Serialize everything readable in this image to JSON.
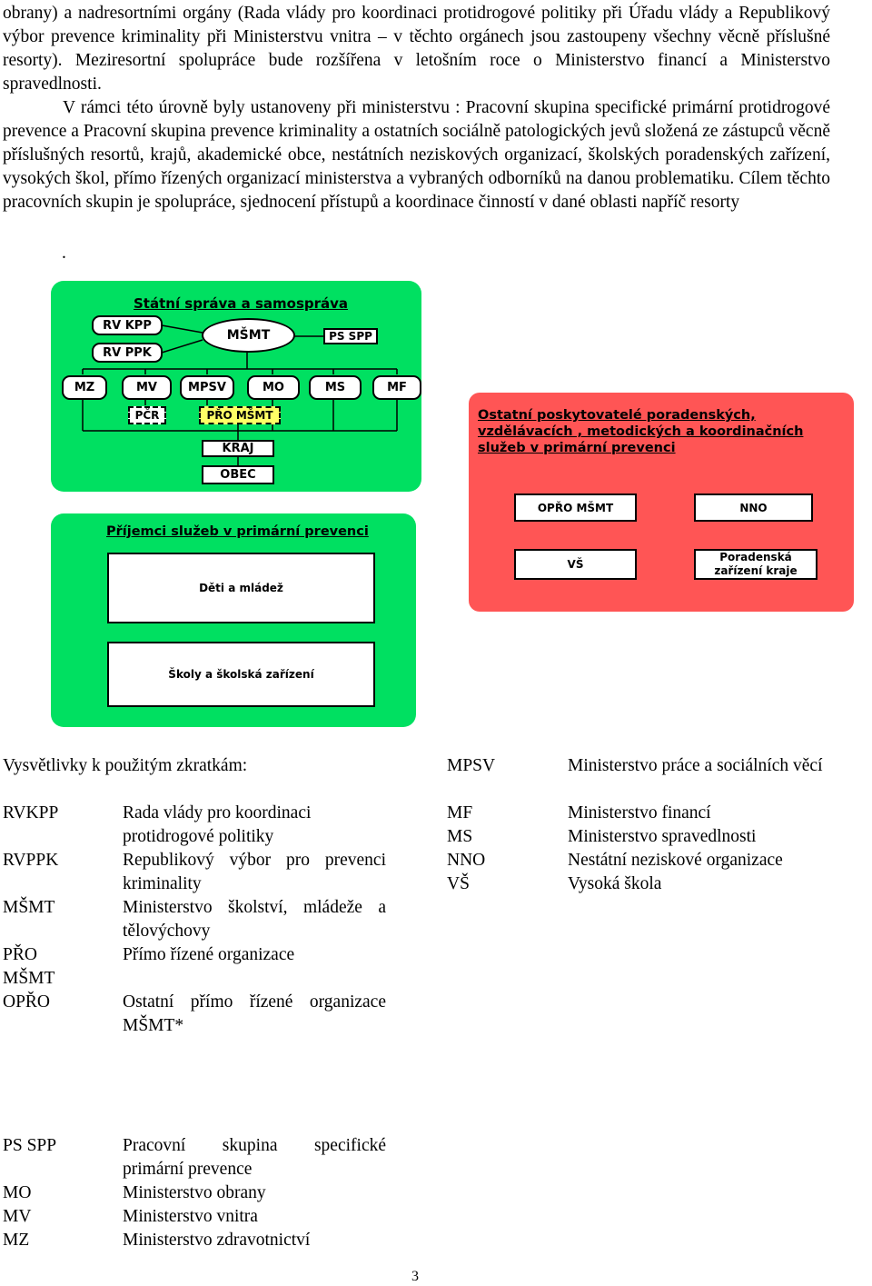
{
  "text": {
    "para1": "obrany) a nadresortními orgány (Rada vlády pro koordinaci protidrogové politiky při Úřadu vlády a Republikový výbor prevence kriminality při Ministerstvu vnitra – v těchto orgánech jsou zastoupeny všechny věcně příslušné resorty). Meziresortní spolupráce bude rozšířena v letošním roce o Ministerstvo financí a Ministerstvo spravedlnosti.",
    "para2": "V rámci této úrovně byly ustanoveny při ministerstvu : Pracovní skupina specifické primární protidrogové prevence a Pracovní skupina prevence kriminality a ostatních sociálně patologických jevů složená ze zástupců věcně příslušných resortů, krajů, akademické obce, nestátních neziskových organizací, školských poradenských zařízení, vysokých škol, přímo řízených organizací ministerstva a vybraných odborníků na danou problematiku. Cílem těchto pracovních skupin je spolupráce, sjednocení přístupů a koordinace činností v dané oblasti napříč resorty",
    "dot": "."
  },
  "diagram": {
    "green_title": "Státní správa a samospráva",
    "rvkpp": "RV KPP",
    "rvppk": "RV PPK",
    "msmt": "MŠMT",
    "psspp": "PS SPP",
    "mz": "MZ",
    "mv": "MV",
    "mpsv": "MPSV",
    "mo": "MO",
    "ms": "MS",
    "mf": "MF",
    "pcr": "PČR",
    "pro_msmt": "PŘO MŠMT",
    "kraj": "KRAJ",
    "obec": "OBEC",
    "red_title": "Ostatní poskytovatelé poradenských, vzdělávacích , metodických a koordinačních služeb v primární prevenci",
    "opro": "OPŘO MŠMT",
    "nno": "NNO",
    "vs": "VŠ",
    "poradenska": "Poradenská zařízení kraje",
    "recip_title": "Příjemci služeb v primární prevenci",
    "deti": "Děti a mládež",
    "skoly": "Školy a školská zařízení",
    "colors": {
      "green": "#00e061",
      "red": "#ff5555",
      "pro_bg": "#ffff66"
    }
  },
  "legend": {
    "heading": "Vysvětlivky k použitým zkratkám:",
    "left": [
      {
        "abbr": "RVKPP",
        "def": "Rada vlády pro koordinaci protidrogové politiky"
      },
      {
        "abbr": "RVPPK",
        "def": "Republikový výbor pro prevenci kriminality"
      },
      {
        "abbr": "MŠMT",
        "def": "Ministerstvo školství, mládeže a tělovýchovy"
      },
      {
        "abbr": "PŘO MŠMT",
        "def": "Přímo řízené organizace"
      },
      {
        "abbr": "OPŘO",
        "def": "Ostatní přímo řízené organizace MŠMT*"
      }
    ],
    "right": [
      {
        "abbr": "MPSV",
        "def": "Ministerstvo práce a sociálních věcí"
      },
      {
        "abbr": "MF",
        "def": "Ministerstvo financí"
      },
      {
        "abbr": "MS",
        "def": "Ministerstvo spravedlnosti"
      },
      {
        "abbr": "NNO",
        "def": "Nestátní neziskové organizace"
      },
      {
        "abbr": "VŠ",
        "def": "Vysoká škola"
      }
    ],
    "bottom": [
      {
        "abbr": "PS SPP",
        "def": "Pracovní skupina specifické primární prevence"
      },
      {
        "abbr": "MO",
        "def": "Ministerstvo obrany"
      },
      {
        "abbr": "MV",
        "def": "Ministerstvo vnitra"
      },
      {
        "abbr": "MZ",
        "def": "Ministerstvo zdravotnictví"
      }
    ]
  },
  "page_number": "3"
}
